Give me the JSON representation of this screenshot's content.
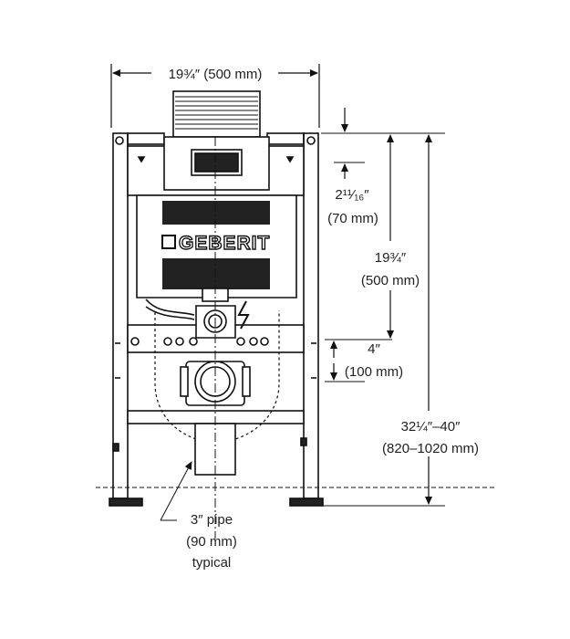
{
  "dimensions": {
    "width_top": "19¾″ (500 mm)",
    "gap_top_line1": "2¹¹⁄₁₆″",
    "gap_top_line2": "(70 mm)",
    "height_mid_line1": "19¾″",
    "height_mid_line2": "(500 mm)",
    "offset_line1": "4″",
    "offset_line2": "(100 mm)",
    "total_line1": "32¼″–40″",
    "total_line2": "(820–1020 mm)"
  },
  "pipe_note": {
    "line1": "3″ pipe",
    "line2": "(90 mm)",
    "line3": "typical"
  },
  "brand": {
    "name": "GEBERIT"
  }
}
